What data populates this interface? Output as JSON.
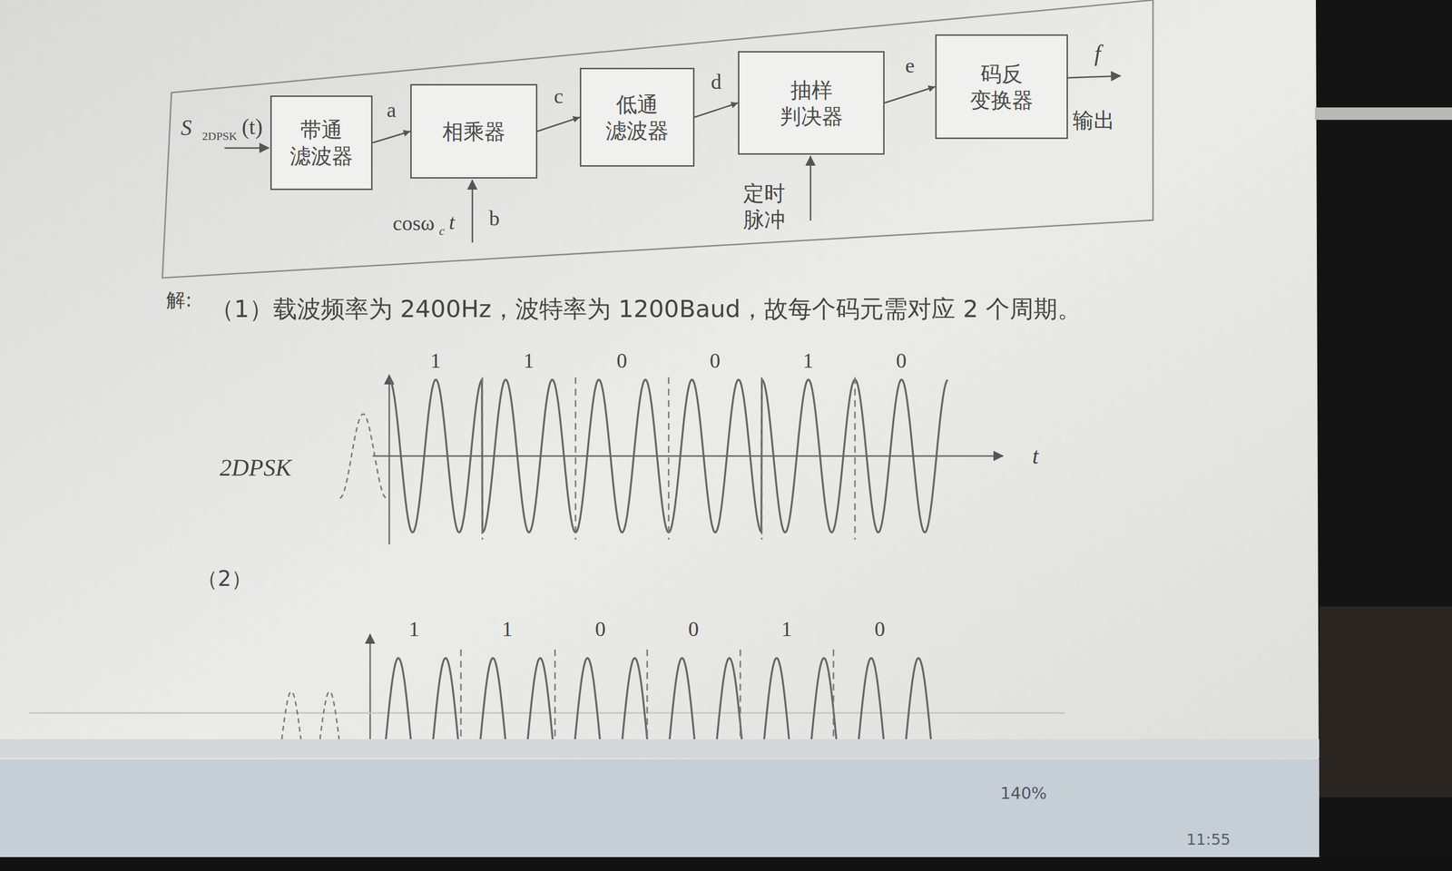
{
  "diagram": {
    "nodes": [
      {
        "text": [
          "带通 滤波器"
        ]
      },
      {
        "text": [
          "相乘器"
        ]
      },
      {
        "text": [
          "低通 滤波器"
        ]
      },
      {
        "text": [
          "抽样 判决器"
        ]
      },
      {
        "text": [
          "码反 变换器"
        ]
      }
    ],
    "edges": [
      {
        "from": 0,
        "to": 1,
        "label": "a",
        "arrow": "to"
      },
      {
        "from": 1,
        "to": 2,
        "label": "c",
        "arrow": "to"
      },
      {
        "from": 2,
        "to": 3,
        "label": "d",
        "arrow": "to"
      },
      {
        "from": 3,
        "to": 4,
        "label": "e",
        "arrow": "to"
      }
    ],
    "labels": [
      "S",
      "2DPSK",
      "(t)",
      "f",
      "输出",
      "cosω",
      "c",
      "t",
      "b",
      "定时 脉冲",
      "解:",
      "（1）载波频率为 2400Hz，波特率为 1200Baud，故每个码元需对应 2 个周期。",
      "1",
      "1",
      "0",
      "0",
      "1",
      "0",
      "2DPSK",
      "t",
      "（2）",
      "1",
      "1",
      "0",
      "0",
      "1",
      "0",
      "140%",
      "11:55"
    ]
  }
}
